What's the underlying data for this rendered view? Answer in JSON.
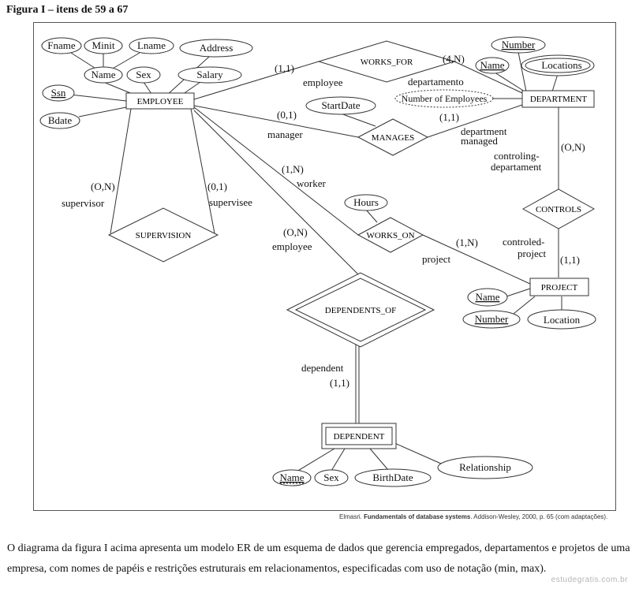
{
  "figure_title": "Figura I – itens de 59 a 67",
  "entities": {
    "employee": "EMPLOYEE",
    "department": "DEPARTMENT",
    "project": "PROJECT",
    "dependent": "DEPENDENT"
  },
  "relationships": {
    "works_for": "WORKS_FOR",
    "manages": "MANAGES",
    "works_on": "WORKS_ON",
    "controls": "CONTROLS",
    "supervision": "SUPERVISION",
    "dependents_of": "DEPENDENTS_OF"
  },
  "attributes": {
    "fname": "Fname",
    "minit": "Minit",
    "lname": "Lname",
    "emp_name": "Name",
    "sex": "Sex",
    "address": "Address",
    "salary": "Salary",
    "ssn": "Ssn",
    "bdate": "Bdate",
    "dept_number": "Number",
    "dept_name": "Name",
    "locations": "Locations",
    "num_employees": "Number of Employees",
    "start_date": "StartDate",
    "hours": "Hours",
    "proj_name": "Name",
    "proj_number": "Number",
    "proj_location": "Location",
    "dep_name": "Name",
    "dep_sex": "Sex",
    "birth_date": "BirthDate",
    "relationship": "Relationship"
  },
  "labels": {
    "wf_emp_card": "(1,1)",
    "wf_emp_role": "employee",
    "wf_dept_card": "(4,N)",
    "wf_dept_role": "departamento",
    "mg_emp_card": "(0,1)",
    "mg_emp_role": "manager",
    "mg_dept_card": "(1,1)",
    "mg_dept_role1": "department",
    "mg_dept_role2": "managed",
    "wo_emp_card": "(1,N)",
    "wo_emp_role": "worker",
    "wo_proj_card": "(1,N)",
    "wo_proj_role": "project",
    "ct_dept_card": "(O,N)",
    "ct_dept_role1": "controling-",
    "ct_dept_role2": "departament",
    "ct_proj_role1": "controled-",
    "ct_proj_role2": "project",
    "ct_proj_card": "(1,1)",
    "sup_card": "(O,N)",
    "sup_role": "supervisor",
    "supee_card": "(0,1)",
    "supee_role": "supervisee",
    "do_emp_card": "(O,N)",
    "do_emp_role": "employee",
    "do_dep_role": "dependent",
    "do_dep_card": "(1,1)"
  },
  "source": {
    "author": "Elmasri.",
    "book": "Fundamentals of database systems",
    "rest": ". Addison-Wesley, 2000, p. 65 (com adaptações)."
  },
  "paragraph": "O diagrama da figura I acima apresenta um modelo ER de um esquema de dados que gerencia empregados, departamentos e projetos de uma empresa, com nomes de papéis e restrições estruturais em relacionamentos, especificadas com uso de notação (min, max).",
  "watermark": "estudegratis.com.br"
}
